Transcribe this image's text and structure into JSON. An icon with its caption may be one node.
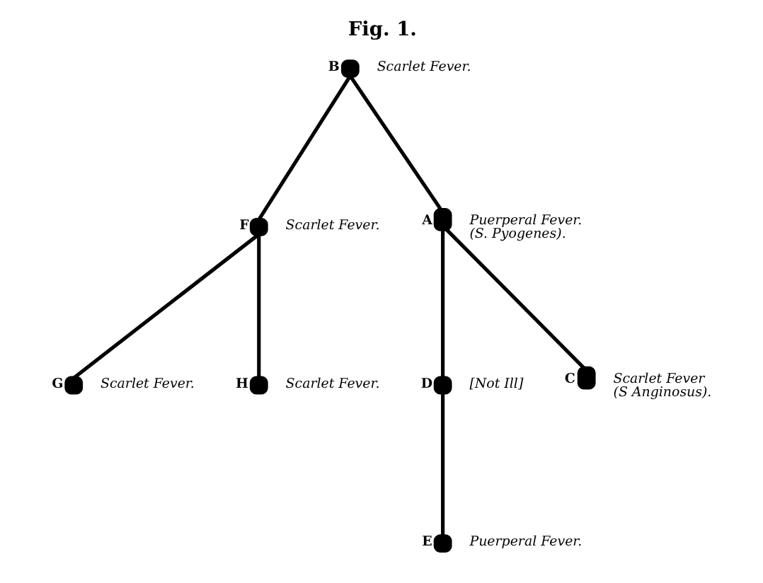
{
  "diagram": {
    "title": "Fig. 1.",
    "nodes": [
      {
        "text": [
          "B"
        ],
        "beside": [
          "Scarlet Fever."
        ]
      },
      {
        "text": [
          "F"
        ],
        "beside": [
          "Scarlet Fever."
        ]
      },
      {
        "text": [
          "A"
        ],
        "beside": [
          "Puerperal Fever.",
          "(S. Pyogenes)."
        ]
      },
      {
        "text": [
          "G"
        ],
        "beside": [
          "Scarlet Fever."
        ]
      },
      {
        "text": [
          "H"
        ],
        "beside": [
          "Scarlet Fever."
        ]
      },
      {
        "text": [
          "D"
        ],
        "beside": [
          "[Not Ill]"
        ]
      },
      {
        "text": [
          "C"
        ],
        "beside": [
          "Scarlet Fever",
          "(S Anginosus)."
        ]
      },
      {
        "text": [
          "E"
        ],
        "beside": [
          "Puerperal Fever."
        ]
      }
    ],
    "edges": [
      {
        "from": 0,
        "to": 1,
        "arrow": "none"
      },
      {
        "from": 0,
        "to": 2,
        "arrow": "none"
      },
      {
        "from": 1,
        "to": 3,
        "arrow": "none"
      },
      {
        "from": 1,
        "to": 4,
        "arrow": "none"
      },
      {
        "from": 2,
        "to": 5,
        "arrow": "none"
      },
      {
        "from": 2,
        "to": 6,
        "arrow": "none"
      },
      {
        "from": 5,
        "to": 7,
        "arrow": "none"
      }
    ]
  }
}
